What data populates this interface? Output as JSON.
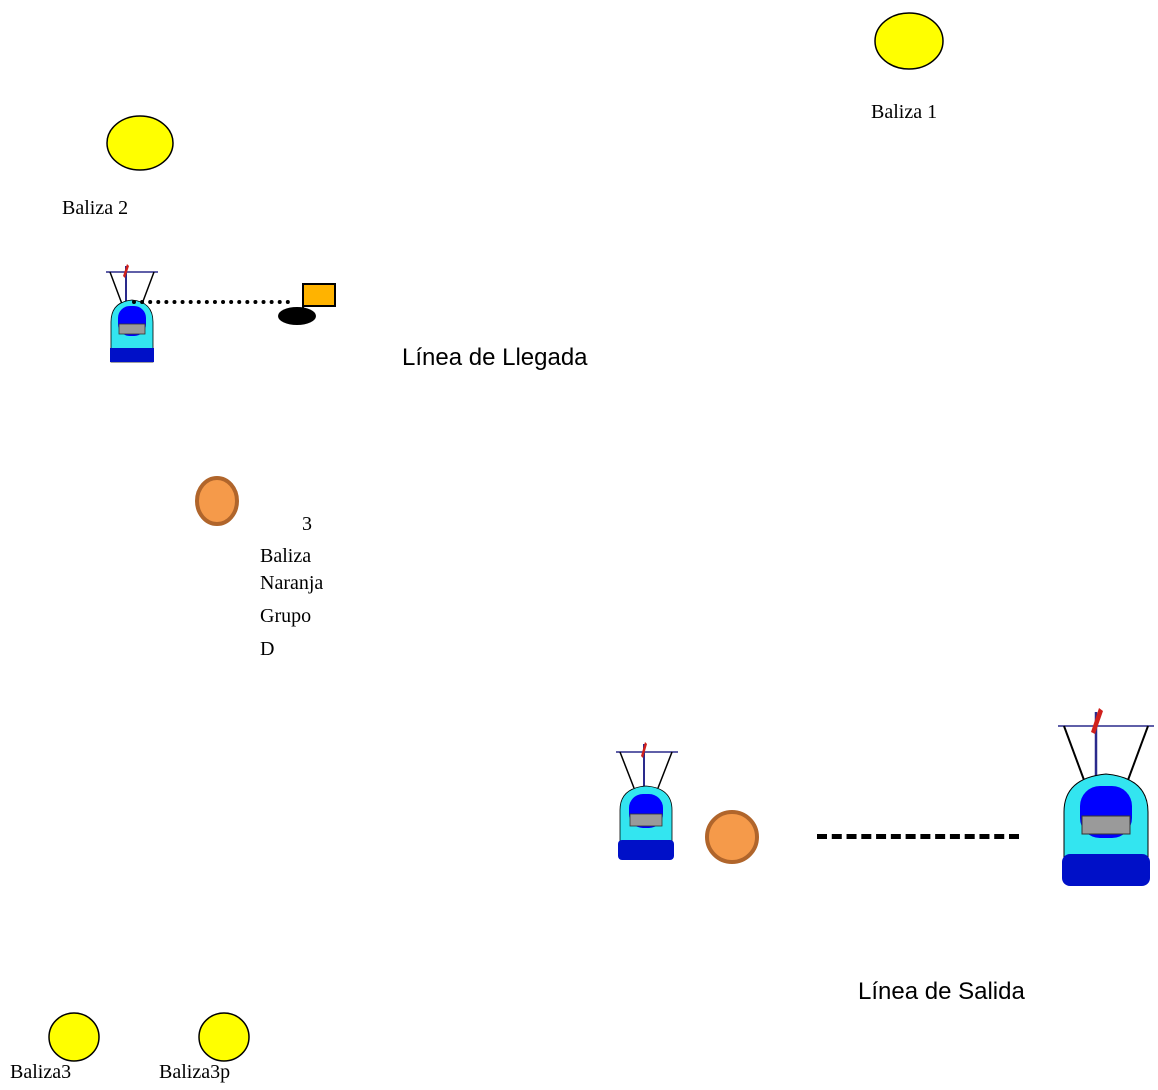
{
  "colors": {
    "buoy_yellow": "#FFFF00",
    "buoy_orange": "#F59A4A",
    "orange_outline": "#B0652B",
    "flag_orange": "#FFB300",
    "hull_cyan": "#33E5F0",
    "cabin_blue": "#0000FF",
    "hull_navy": "#0010C8",
    "sail_red": "#D0201C",
    "mast_navy": "#2A2A8C",
    "black": "#000000"
  },
  "buoys": {
    "baliza1": {
      "label": "Baliza 1",
      "icon": "yellow-buoy-icon"
    },
    "baliza2": {
      "label": "Baliza 2",
      "icon": "yellow-buoy-icon"
    },
    "baliza3": {
      "label": "Baliza3",
      "icon": "yellow-buoy-icon"
    },
    "baliza3p": {
      "label": "Baliza3p",
      "icon": "yellow-buoy-icon"
    },
    "baliza_naranja": {
      "number": "3",
      "words": [
        "Baliza",
        "Naranja",
        "Grupo",
        "D"
      ],
      "icon": "orange-buoy-icon"
    },
    "start_buoy": {
      "icon": "orange-buoy-icon"
    }
  },
  "lines": {
    "llegada": {
      "label": "Línea de Llegada"
    },
    "salida": {
      "label": "Línea de Salida"
    }
  },
  "icons": [
    "sailboat-icon",
    "flag-buoy-icon",
    "yellow-buoy-icon",
    "orange-buoy-icon"
  ]
}
